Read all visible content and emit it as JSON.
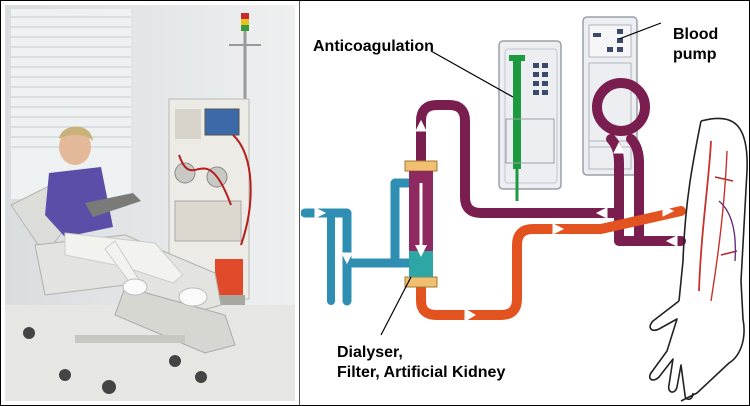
{
  "labels": {
    "anticoagulation": "Anticoagulation",
    "blood_pump_line1": "Blood",
    "blood_pump_line2": "pump",
    "dialyser_line1": "Dialyser,",
    "dialyser_line2": "Filter, Artificial Kidney"
  },
  "colors": {
    "arterial": "#e2531f",
    "venous": "#7a1d4f",
    "dialysate_in": "#2f8fb3",
    "dialysate_out": "#2f8fb3",
    "anticoagulant": "#1c9a3f",
    "machine": "#e8e8ee"
  },
  "icons": {
    "flow_direction": "triangle-arrow",
    "limb": "forearm-hand-outline"
  }
}
